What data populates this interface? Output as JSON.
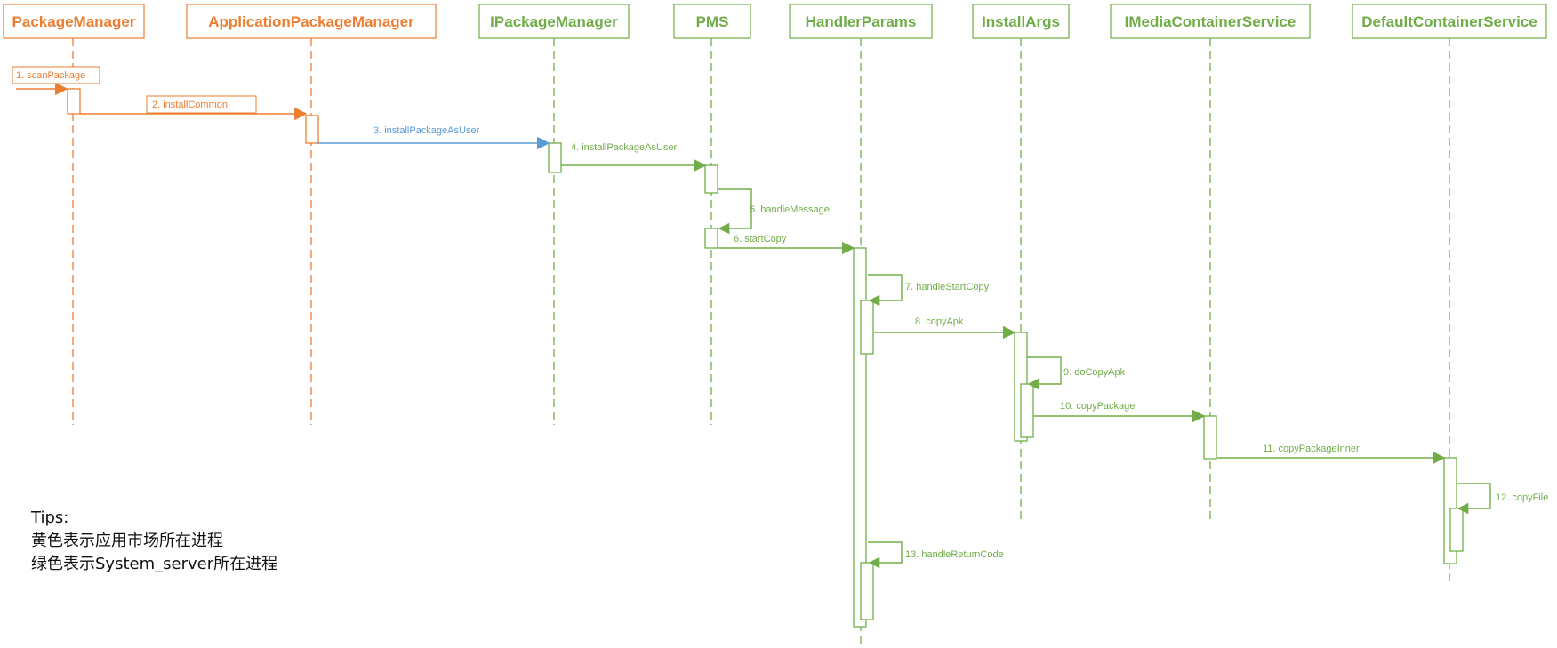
{
  "colors": {
    "orange": "#ed7d31",
    "green": "#70ad47",
    "blue": "#5b9bd5",
    "text": "#111111"
  },
  "participants": [
    {
      "id": "pm",
      "label": "PackageManager",
      "color": "orange"
    },
    {
      "id": "apm",
      "label": "ApplicationPackageManager",
      "color": "orange"
    },
    {
      "id": "ipm",
      "label": "IPackageManager",
      "color": "green"
    },
    {
      "id": "pms",
      "label": "PMS",
      "color": "green"
    },
    {
      "id": "hp",
      "label": "HandlerParams",
      "color": "green"
    },
    {
      "id": "ia",
      "label": "InstallArgs",
      "color": "green"
    },
    {
      "id": "imcs",
      "label": "IMediaContainerService",
      "color": "green"
    },
    {
      "id": "dcs",
      "label": "DefaultContainerService",
      "color": "green"
    }
  ],
  "messages": [
    {
      "label": "1. scanPackage",
      "from": null,
      "to": "pm",
      "color": "orange",
      "boxed": true
    },
    {
      "label": "2. installCommon",
      "from": "pm",
      "to": "apm",
      "color": "orange",
      "boxed": true
    },
    {
      "label": "3. installPackageAsUser",
      "from": "apm",
      "to": "ipm",
      "color": "blue"
    },
    {
      "label": "4. installPackageAsUser",
      "from": "ipm",
      "to": "pms",
      "color": "green"
    },
    {
      "label": "5. handleMessage",
      "from": "pms",
      "to": "pms",
      "color": "green"
    },
    {
      "label": "6. startCopy",
      "from": "pms",
      "to": "hp",
      "color": "green"
    },
    {
      "label": "7. handleStartCopy",
      "from": "hp",
      "to": "hp",
      "color": "green"
    },
    {
      "label": "8. copyApk",
      "from": "hp",
      "to": "ia",
      "color": "green"
    },
    {
      "label": "9. doCopyApk",
      "from": "ia",
      "to": "ia",
      "color": "green"
    },
    {
      "label": "10. copyPackage",
      "from": "ia",
      "to": "imcs",
      "color": "green"
    },
    {
      "label": "11. copyPackageInner",
      "from": "imcs",
      "to": "dcs",
      "color": "green"
    },
    {
      "label": "12. copyFile",
      "from": "dcs",
      "to": "dcs",
      "color": "green"
    },
    {
      "label": "13. handleReturnCode",
      "from": "hp",
      "to": "hp",
      "color": "green"
    }
  ],
  "tips": {
    "title": "Tips:",
    "line1": "黄色表示应用市场所在进程",
    "line2": "绿色表示System_server所在进程"
  }
}
